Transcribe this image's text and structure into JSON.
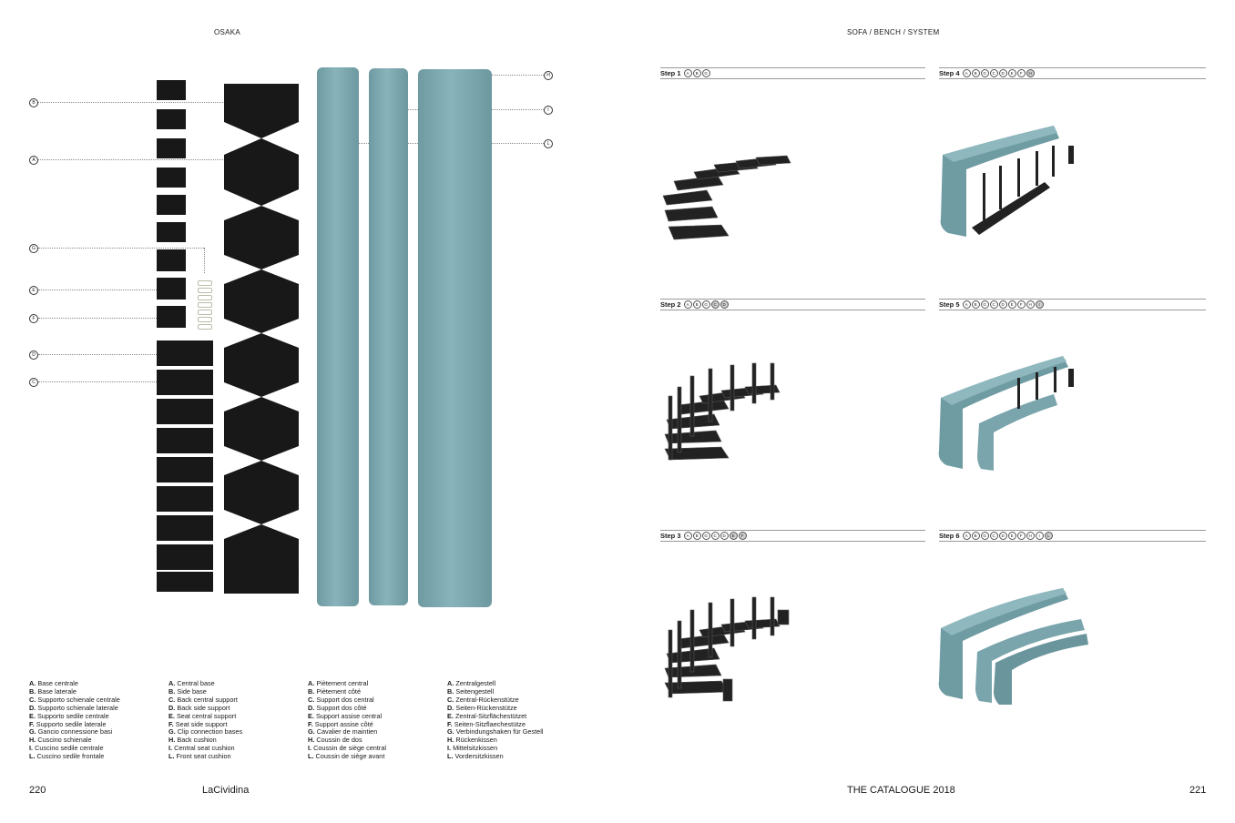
{
  "header": {
    "left": "OSAKA",
    "right": "SOFA / BENCH / SYSTEM"
  },
  "footer": {
    "page_left": "220",
    "brand": "LaCividina",
    "catalogue": "THE CATALOGUE 2018",
    "page_right": "221"
  },
  "callouts": {
    "B": "B",
    "A": "A",
    "G": "G",
    "E": "E",
    "F": "F",
    "D": "D",
    "C": "C",
    "H": "H",
    "I": "I",
    "L": "L"
  },
  "legend_it": [
    {
      "k": "A.",
      "v": "Base centrale"
    },
    {
      "k": "B.",
      "v": "Base laterale"
    },
    {
      "k": "C.",
      "v": "Supporto schienale centrale"
    },
    {
      "k": "D.",
      "v": "Supporto schienale laterale"
    },
    {
      "k": "E.",
      "v": "Supporto sedile centrale"
    },
    {
      "k": "F.",
      "v": "Supporto sedile laterale"
    },
    {
      "k": "G.",
      "v": "Gancio connessione basi"
    },
    {
      "k": "H.",
      "v": "Cuscino schienale"
    },
    {
      "k": "I.",
      "v": "Cuscino sedile centrale"
    },
    {
      "k": "L.",
      "v": "Cuscino sedile frontale"
    }
  ],
  "legend_en": [
    {
      "k": "A.",
      "v": "Central base"
    },
    {
      "k": "B.",
      "v": "Side base"
    },
    {
      "k": "C.",
      "v": "Back central support"
    },
    {
      "k": "D.",
      "v": "Back side support"
    },
    {
      "k": "E.",
      "v": "Seat central support"
    },
    {
      "k": "F.",
      "v": "Seat side support"
    },
    {
      "k": "G.",
      "v": "Clip connection bases"
    },
    {
      "k": "H.",
      "v": "Back cushion"
    },
    {
      "k": "I.",
      "v": "Central seat cushion"
    },
    {
      "k": "L.",
      "v": "Front seat cushion"
    }
  ],
  "legend_fr": [
    {
      "k": "A.",
      "v": "Piètement central"
    },
    {
      "k": "B.",
      "v": "Piètement côté"
    },
    {
      "k": "C.",
      "v": "Support dos central"
    },
    {
      "k": "D.",
      "v": "Support dos côté"
    },
    {
      "k": "E.",
      "v": "Support assise central"
    },
    {
      "k": "F.",
      "v": "Support assise côté"
    },
    {
      "k": "G.",
      "v": "Cavalier de maintien"
    },
    {
      "k": "H.",
      "v": "Coussin de dos"
    },
    {
      "k": "I.",
      "v": "Coussin de siège central"
    },
    {
      "k": "L.",
      "v": "Coussin de siège avant"
    }
  ],
  "legend_de": [
    {
      "k": "A.",
      "v": "Zentralgestell"
    },
    {
      "k": "B.",
      "v": "Seitengestell"
    },
    {
      "k": "C.",
      "v": "Zentral-Rückenstütze"
    },
    {
      "k": "D.",
      "v": "Seiten-Rückenstütze"
    },
    {
      "k": "E.",
      "v": "Zentral-Sitzflächestützet"
    },
    {
      "k": "F.",
      "v": "Seiten-Sitzflaechestütze"
    },
    {
      "k": "G.",
      "v": "Verbindungshaken für Gestell"
    },
    {
      "k": "H.",
      "v": "Rückenkissen"
    },
    {
      "k": "I.",
      "v": "Mittelsitzkissen"
    },
    {
      "k": "L.",
      "v": "Vordersitzkissen"
    }
  ],
  "steps": [
    {
      "label": "Step 1",
      "badges": [
        "A",
        "B",
        "G"
      ],
      "highlight": []
    },
    {
      "label": "Step 4",
      "badges": [
        "A",
        "B",
        "G",
        "C",
        "D",
        "E",
        "F",
        "H"
      ],
      "highlight": [
        "H"
      ]
    },
    {
      "label": "Step 2",
      "badges": [
        "A",
        "B",
        "G",
        "C",
        "D"
      ],
      "highlight": [
        "C",
        "D"
      ]
    },
    {
      "label": "Step 5",
      "badges": [
        "A",
        "B",
        "G",
        "C",
        "D",
        "E",
        "F",
        "H",
        "I"
      ],
      "highlight": [
        "I"
      ]
    },
    {
      "label": "Step 3",
      "badges": [
        "A",
        "B",
        "G",
        "C",
        "D",
        "E",
        "F"
      ],
      "highlight": [
        "E",
        "F"
      ]
    },
    {
      "label": "Step 6",
      "badges": [
        "A",
        "B",
        "G",
        "C",
        "D",
        "E",
        "F",
        "H",
        "I",
        "L"
      ],
      "highlight": [
        "L"
      ]
    }
  ],
  "colors": {
    "cushion": "#7ea8af",
    "metal": "#181818",
    "rule": "#999999"
  }
}
